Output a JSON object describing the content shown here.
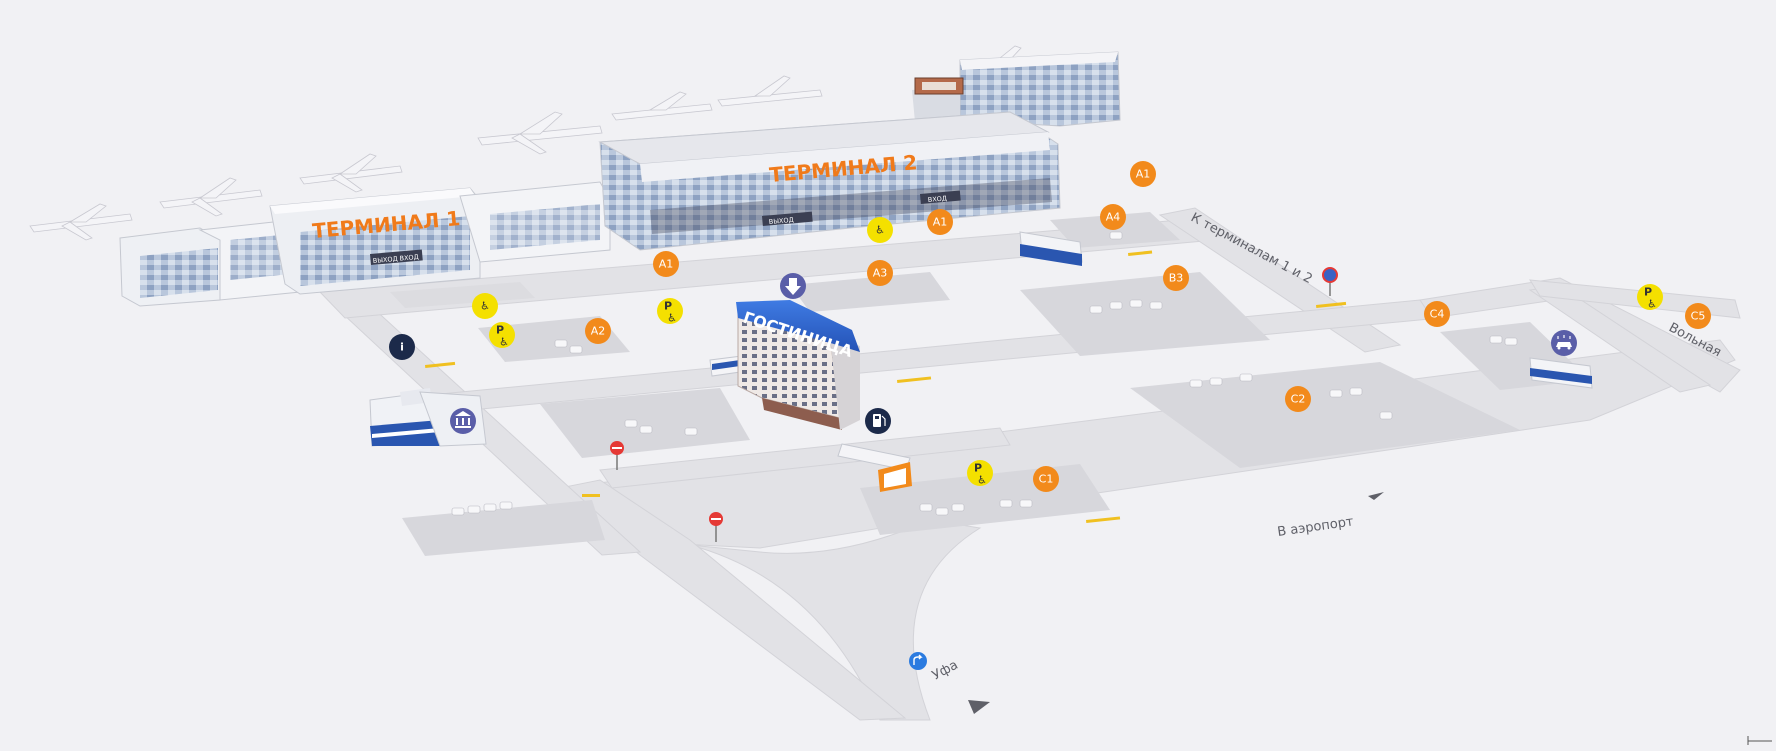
{
  "buildings": {
    "terminal1": "ТЕРМИНАЛ 1",
    "terminal2": "ТЕРМИНАЛ 2",
    "hotel": "ГОСТИНИЦА",
    "t1_doors": "ВЫХОД  ВХОД",
    "t2_exit": "ВЫХОД",
    "t2_entry": "ВХОД"
  },
  "roads": {
    "to_airport": "В аэропорт",
    "to_terminals": "К терминалам 1 и 2",
    "ufa": "Уфа",
    "side_street": "Вольная"
  },
  "zones": {
    "a1_top": "A1",
    "a1_mid": "A1",
    "a1_left": "A1",
    "a2": "A2",
    "a3": "A3",
    "a4": "A4",
    "b3": "B3",
    "c1": "C1",
    "c2": "C2",
    "c4": "C4",
    "c5": "C5"
  },
  "icons": {
    "parking": "P",
    "info": "i"
  },
  "colors": {
    "zone_marker": "#f28a1b",
    "parking_marker": "#f4e000",
    "service_marker": "#5a5ea8",
    "info_marker": "#1c2a4a",
    "title_orange": "#f07a1a"
  }
}
